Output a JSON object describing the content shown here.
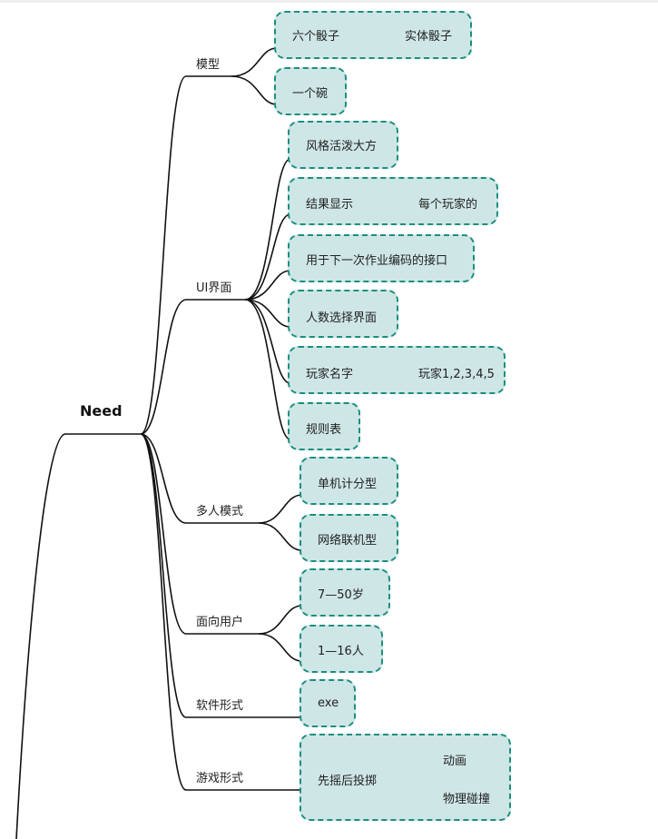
{
  "root": "Need",
  "branches": [
    {
      "label": "模型",
      "leaves": [
        {
          "text": "六个骰子",
          "sub": "实体骰子"
        },
        {
          "text": "一个碗"
        }
      ]
    },
    {
      "label": "UI界面",
      "leaves": [
        {
          "text": "风格活泼大方"
        },
        {
          "text": "结果显示",
          "sub": "每个玩家的"
        },
        {
          "text": "用于下一次作业编码的接口"
        },
        {
          "text": "人数选择界面"
        },
        {
          "text": "玩家名字",
          "sub": "玩家1,2,3,4,5"
        },
        {
          "text": "规则表"
        }
      ]
    },
    {
      "label": "多人模式",
      "leaves": [
        {
          "text": "单机计分型"
        },
        {
          "text": "网络联机型"
        }
      ]
    },
    {
      "label": "面向用户",
      "leaves": [
        {
          "text": "7—50岁"
        },
        {
          "text": "1—16人"
        }
      ]
    },
    {
      "label": "软件形式",
      "leaves": [
        {
          "text": "exe"
        }
      ]
    },
    {
      "label": "游戏形式",
      "leaves": [
        {
          "text": "先摇后投掷",
          "subs": [
            "动画",
            "物理碰撞"
          ]
        }
      ]
    }
  ]
}
